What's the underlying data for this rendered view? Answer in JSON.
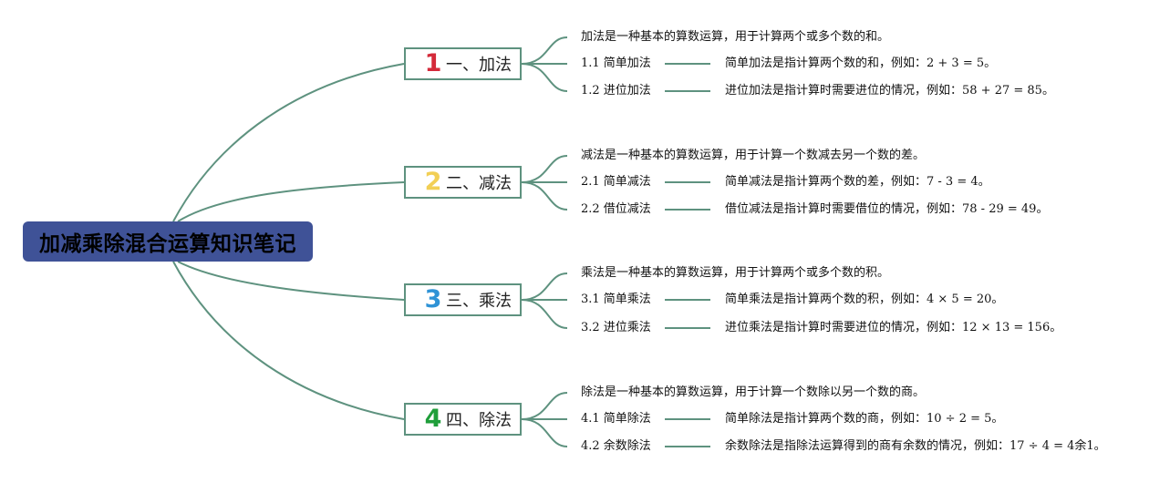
{
  "root": {
    "title": "加减乘除混合运算知识笔记"
  },
  "colors": {
    "root_bg": "#3f5297",
    "connector": "#5e927f",
    "num1": "#d42a3a",
    "num2": "#f2cf55",
    "num3": "#2f93d6",
    "num4": "#1f9e3a"
  },
  "branches": [
    {
      "num": "1",
      "label": "一、加法",
      "desc": "加法是一种基本的算数运算，用于计算两个或多个数的和。",
      "subs": [
        {
          "name": "1.1 简单加法",
          "text": "简单加法是指计算两个数的和，例如：2 + 3 = 5。"
        },
        {
          "name": "1.2 进位加法",
          "text": "进位加法是指计算时需要进位的情况，例如：58 + 27 = 85。"
        }
      ]
    },
    {
      "num": "2",
      "label": "二、减法",
      "desc": "减法是一种基本的算数运算，用于计算一个数减去另一个数的差。",
      "subs": [
        {
          "name": "2.1 简单减法",
          "text": "简单减法是指计算两个数的差，例如：7 - 3 = 4。"
        },
        {
          "name": "2.2 借位减法",
          "text": "借位减法是指计算时需要借位的情况，例如：78 - 29 = 49。"
        }
      ]
    },
    {
      "num": "3",
      "label": "三、乘法",
      "desc": "乘法是一种基本的算数运算，用于计算两个或多个数的积。",
      "subs": [
        {
          "name": "3.1 简单乘法",
          "text": "简单乘法是指计算两个数的积，例如：4 × 5 = 20。"
        },
        {
          "name": "3.2 进位乘法",
          "text": "进位乘法是指计算时需要进位的情况，例如：12 × 13 = 156。"
        }
      ]
    },
    {
      "num": "4",
      "label": "四、除法",
      "desc": "除法是一种基本的算数运算，用于计算一个数除以另一个数的商。",
      "subs": [
        {
          "name": "4.1 简单除法",
          "text": "简单除法是指计算两个数的商，例如：10 ÷ 2 = 5。"
        },
        {
          "name": "4.2 余数除法",
          "text": "余数除法是指除法运算得到的商有余数的情况，例如：17 ÷ 4 = 4余1。"
        }
      ]
    }
  ]
}
